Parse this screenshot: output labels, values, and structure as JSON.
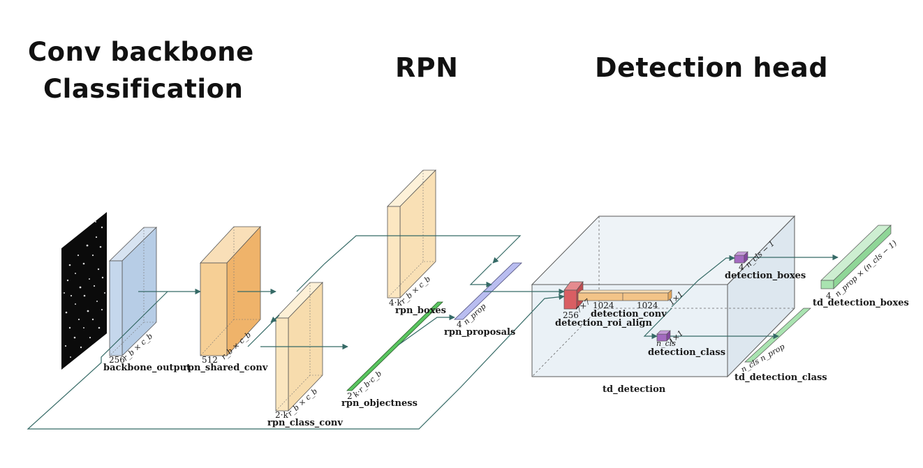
{
  "headings": {
    "conv_backbone_line1": "Conv backbone",
    "conv_backbone_line2": "Classification",
    "rpn": "RPN",
    "detection_head": "Detection head"
  },
  "layers": {
    "backbone_output": {
      "name": "backbone_output",
      "depth": "256",
      "size": "r_b × c_b"
    },
    "rpn_shared_conv": {
      "name": "rpn_shared_conv",
      "depth": "512",
      "size": "r_b × c_b"
    },
    "rpn_class_conv": {
      "name": "rpn_class_conv",
      "depth": "2·k",
      "size": "r_b × c_b"
    },
    "rpn_boxes": {
      "name": "rpn_boxes",
      "depth": "4·k",
      "size": "r_b × c_b"
    },
    "rpn_objectness": {
      "name": "rpn_objectness",
      "depth": "2",
      "size": "k·r_b·c_b"
    },
    "rpn_proposals": {
      "name": "rpn_proposals",
      "depth": "4",
      "size": "n_prop"
    },
    "detection_roi_align": {
      "name": "detection_roi_align",
      "depth": "256",
      "size": "7×7"
    },
    "detection_conv": {
      "name": "detection_conv",
      "depth_a": "1024",
      "depth_b": "1024",
      "size": "1×1"
    },
    "detection_boxes": {
      "name": "detection_boxes",
      "depth": "4",
      "size": "n_cls − 1"
    },
    "detection_class": {
      "name": "detection_class",
      "depth": "n_cls",
      "size": "1×1"
    },
    "td_detection": {
      "name": "td_detection"
    },
    "td_detection_boxes": {
      "name": "td_detection_boxes",
      "depth": "4",
      "size": "n_prop × (n_cls − 1)"
    },
    "td_detection_class": {
      "name": "td_detection_class",
      "size": "n_cls  n_prop"
    }
  },
  "colors": {
    "backbone": "#c5d7ec",
    "shared_conv": "#f6cf95",
    "class_conv": "#fbe6bf",
    "boxes": "#fce7c1",
    "objectness": "#59c55f",
    "proposals": "#b9bdf0",
    "roi_align": "#d95e63",
    "detection_conv": "#f3c488",
    "detection_out": "#a36ac0",
    "td_box": "#e7eff5",
    "td_outputs": "#a9e3b0",
    "arrow": "#356a66"
  }
}
